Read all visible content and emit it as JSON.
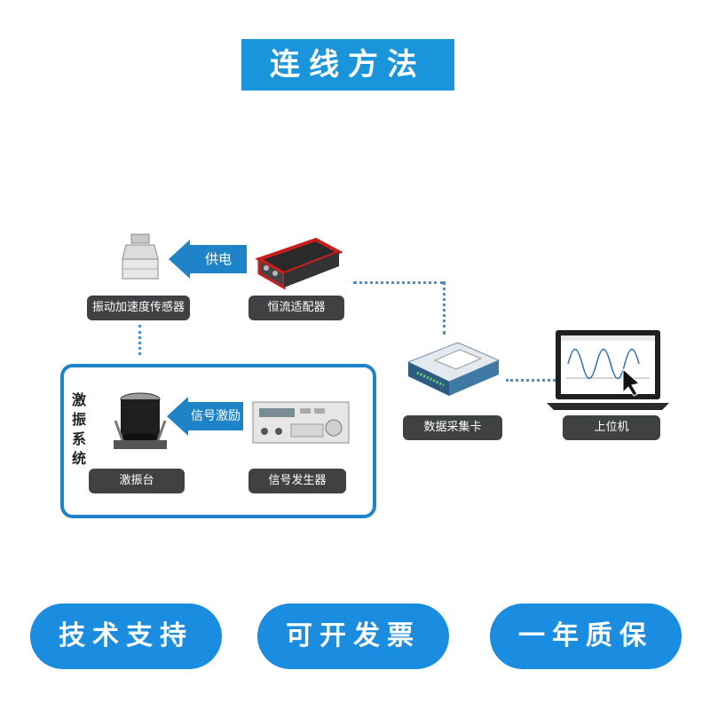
{
  "title": "连线方法",
  "diagram": {
    "devices": {
      "sensor": "振动加速度传感器",
      "adapter": "恒流适配器",
      "daq": "数据采集卡",
      "pc": "上位机",
      "shaker": "激振台",
      "generator": "信号发生器"
    },
    "arrows": {
      "power": "供电",
      "signal": "信号激励"
    },
    "group": {
      "title": "激振系统"
    }
  },
  "badges": [
    "技术支持",
    "可开发票",
    "一年质保"
  ],
  "colors": {
    "accent": "#1a95dc",
    "label_bg": "#3f4143",
    "dotted": "#4a8fd0"
  }
}
